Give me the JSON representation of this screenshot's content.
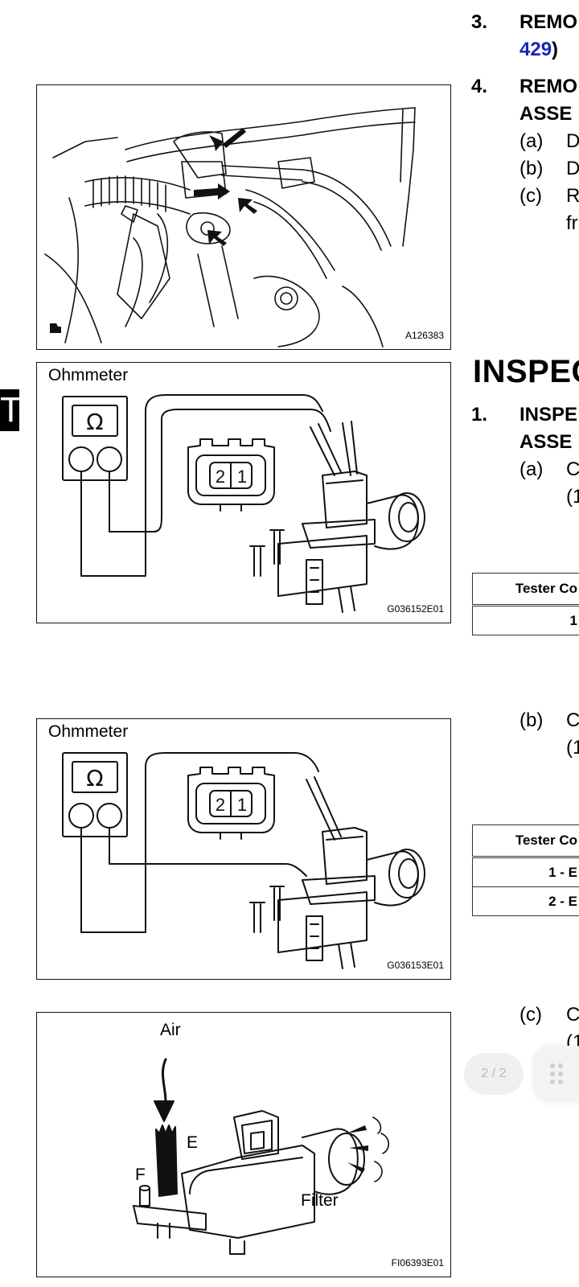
{
  "side_tab": "T",
  "figures": [
    {
      "id": "A126383"
    },
    {
      "label": "Ohmmeter",
      "connector_pins": [
        "2",
        "1"
      ],
      "id": "G036152E01"
    },
    {
      "label": "Ohmmeter",
      "connector_pins": [
        "2",
        "1"
      ],
      "id": "G036153E01"
    },
    {
      "labels": {
        "air": "Air",
        "e": "E",
        "f": "F",
        "filter": "Filter"
      },
      "id": "FI06393E01"
    }
  ],
  "steps": [
    {
      "number": "3.",
      "line1": "REMO",
      "line2_link": "429",
      "line2_tail": ")"
    },
    {
      "number": "4.",
      "line1": "REMO",
      "line2": "ASSE",
      "subs": [
        {
          "label": "(a)",
          "text": "D"
        },
        {
          "label": "(b)",
          "text": "D"
        },
        {
          "label": "(c)",
          "text": "R",
          "cont": "fr"
        }
      ]
    }
  ],
  "section_heading": "INSPEC",
  "inspect": {
    "number": "1.",
    "line1": "INSPE",
    "line2": "ASSE",
    "a": {
      "label": "(a)",
      "text": "C",
      "cont": "(1"
    },
    "b": {
      "label": "(b)",
      "text": "C",
      "cont": "(1"
    },
    "c": {
      "label": "(c)",
      "text": "C",
      "cont": "(1"
    }
  },
  "table1": {
    "header": "Tester Co",
    "rows": [
      "1"
    ]
  },
  "table2": {
    "header": "Tester Co",
    "rows": [
      "1 - E",
      "2 - E"
    ]
  },
  "page_indicator": "2 / 2"
}
